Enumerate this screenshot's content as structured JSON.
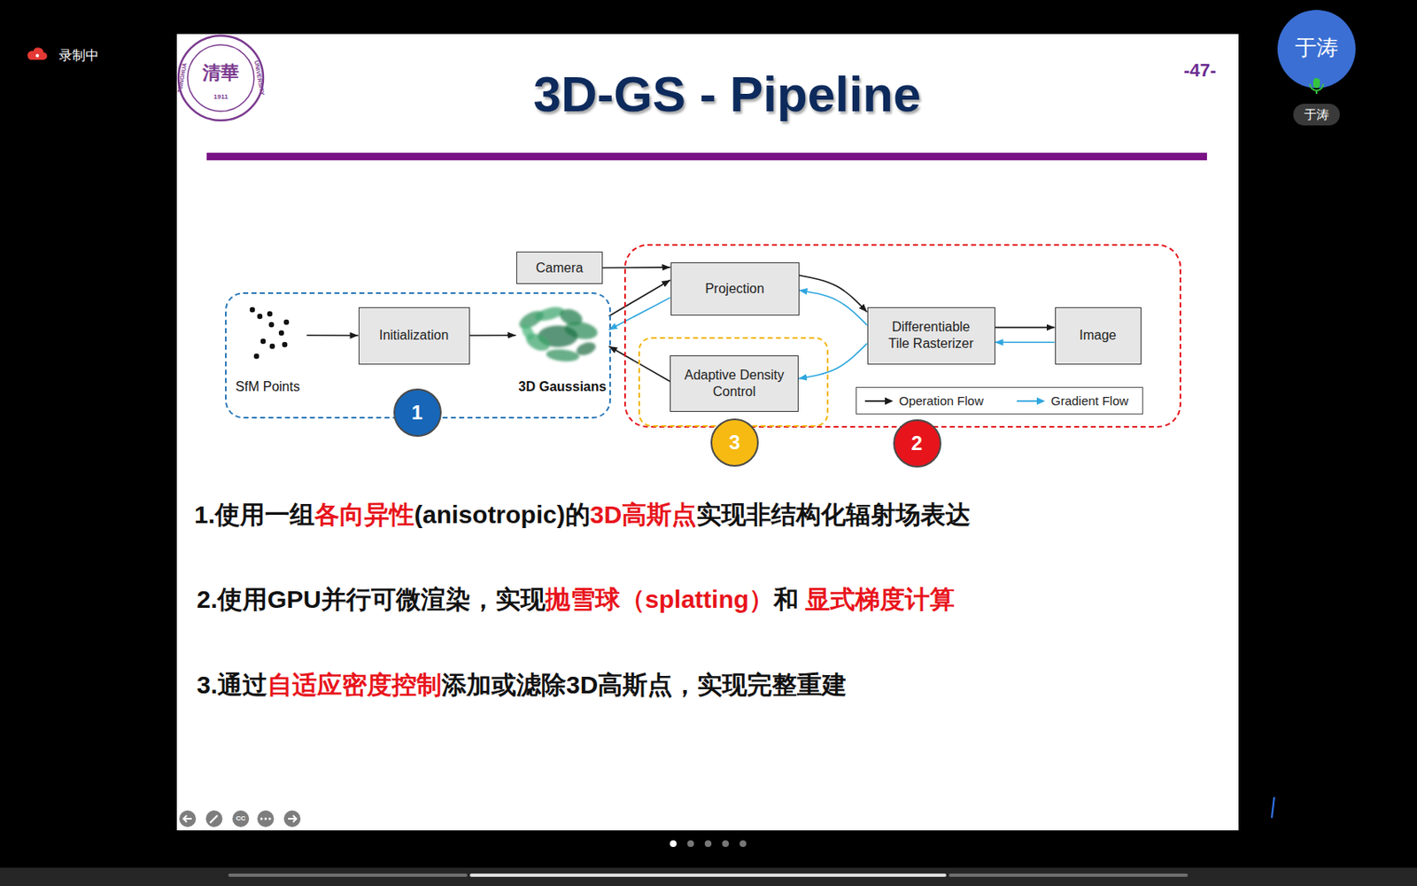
{
  "diagram": {
    "title": "3D-GS - Pipeline",
    "nodes": [
      {
        "text": [
          "1"
        ]
      },
      {
        "text": [
          "SfM Points"
        ],
        "in": 0
      },
      {
        "text": [
          "Initialization"
        ],
        "in": 0
      },
      {
        "text": [
          "3D Gaussians"
        ],
        "in": 0
      },
      {
        "text": [
          "Camera"
        ]
      },
      {
        "text": [
          "2"
        ]
      },
      {
        "text": [
          "Projection"
        ],
        "in": 5
      },
      {
        "text": [
          "3"
        ],
        "in": 5
      },
      {
        "text": [
          "Adaptive Density Control"
        ],
        "in": 7
      },
      {
        "text": [
          "Differentiable Tile Rasterizer"
        ],
        "in": 5
      },
      {
        "text": [
          "Image"
        ],
        "in": 5
      }
    ],
    "edges": [
      {
        "from": 1,
        "to": 2,
        "arrow": "to"
      },
      {
        "from": 2,
        "to": 3,
        "arrow": "to"
      },
      {
        "from": 4,
        "to": 6,
        "arrow": "to"
      },
      {
        "from": 3,
        "to": 6,
        "arrow": "to"
      },
      {
        "from": 6,
        "to": 3,
        "arrow": "to"
      },
      {
        "from": 6,
        "to": 9,
        "arrow": "to"
      },
      {
        "from": 9,
        "to": 6,
        "arrow": "to"
      },
      {
        "from": 9,
        "to": 8,
        "arrow": "to"
      },
      {
        "from": 8,
        "to": 3,
        "arrow": "to"
      },
      {
        "from": 9,
        "to": 10,
        "arrow": "to"
      },
      {
        "from": 10,
        "to": 9,
        "arrow": "to"
      }
    ],
    "labels": [
      "录制中",
      "TSINGHUA",
      "UNIVERSITY",
      "1911",
      "清華",
      "-47-",
      "于涛",
      "于涛",
      "1.使用一组各向异性(anisotropic)的3D高斯点实现非结构化辐射场表达",
      "2.使用GPU并行可微渲染，实现抛雪球（splatting）和 显式梯度计算",
      "3.通过自适应密度控制添加或滤除3D高斯点，实现完整重建",
      "CC"
    ],
    "legend": [
      {
        "text": "Operation Flow"
      },
      {
        "text": "Gradient Flow"
      }
    ]
  }
}
